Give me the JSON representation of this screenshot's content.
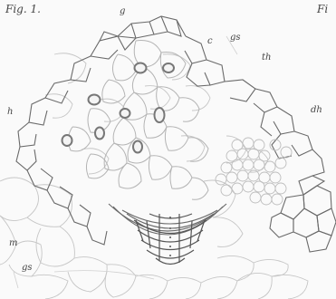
{
  "figure": {
    "label": "Fig. 1.",
    "partial_label": "Fi"
  },
  "labels": {
    "g": "g",
    "gs_top": "gs",
    "c": "c",
    "th": "th",
    "h": "h",
    "dh": "dh",
    "m": "m",
    "gs_bottom": "gs"
  },
  "colors": {
    "background": "#fafafa",
    "line_dark": "#6a6a6a",
    "line_light": "#c6c6c6",
    "ring": "#777777"
  }
}
